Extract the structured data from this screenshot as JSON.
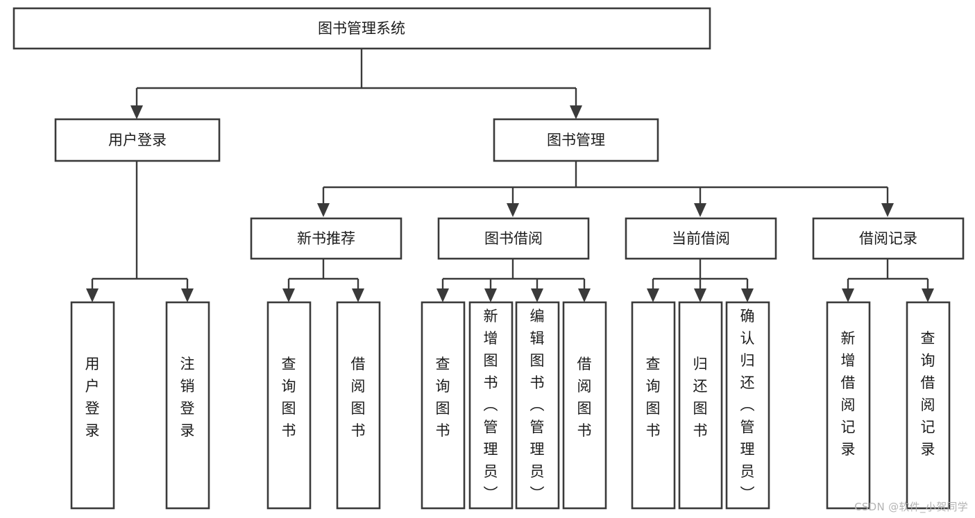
{
  "diagram": {
    "type": "tree",
    "title": "图书管理系统",
    "watermark": "CSDN @软件_小贺同学",
    "colors": {
      "stroke": "#3a3a3a",
      "fill": "#ffffff",
      "text": "#1b1b1b",
      "watermark": "#b3b3b3",
      "background": "#ffffff"
    },
    "root": {
      "label": "图书管理系统",
      "orientation": "horizontal"
    },
    "level2": [
      {
        "label": "用户登录",
        "orientation": "horizontal"
      },
      {
        "label": "图书管理",
        "orientation": "horizontal"
      }
    ],
    "level3": [
      {
        "label": "新书推荐",
        "orientation": "horizontal"
      },
      {
        "label": "图书借阅",
        "orientation": "horizontal"
      },
      {
        "label": "当前借阅",
        "orientation": "horizontal"
      },
      {
        "label": "借阅记录",
        "orientation": "horizontal"
      }
    ],
    "leaves": {
      "user_login": [
        {
          "label": "用户登录",
          "orientation": "vertical"
        },
        {
          "label": "注销登录",
          "orientation": "vertical"
        }
      ],
      "new_book_recommend": [
        {
          "label": "查询图书",
          "orientation": "vertical"
        },
        {
          "label": "借阅图书",
          "orientation": "vertical"
        }
      ],
      "book_borrow": [
        {
          "label": "查询图书",
          "orientation": "vertical"
        },
        {
          "label": "新增图书（管理员）",
          "orientation": "vertical"
        },
        {
          "label": "编辑图书（管理员）",
          "orientation": "vertical"
        },
        {
          "label": "借阅图书",
          "orientation": "vertical"
        }
      ],
      "current_borrow": [
        {
          "label": "查询图书",
          "orientation": "vertical"
        },
        {
          "label": "归还图书",
          "orientation": "vertical"
        },
        {
          "label": "确认归还（管理员）",
          "orientation": "vertical"
        }
      ],
      "borrow_record": [
        {
          "label": "新增借阅记录",
          "orientation": "vertical"
        },
        {
          "label": "查询借阅记录",
          "orientation": "vertical"
        }
      ]
    }
  }
}
